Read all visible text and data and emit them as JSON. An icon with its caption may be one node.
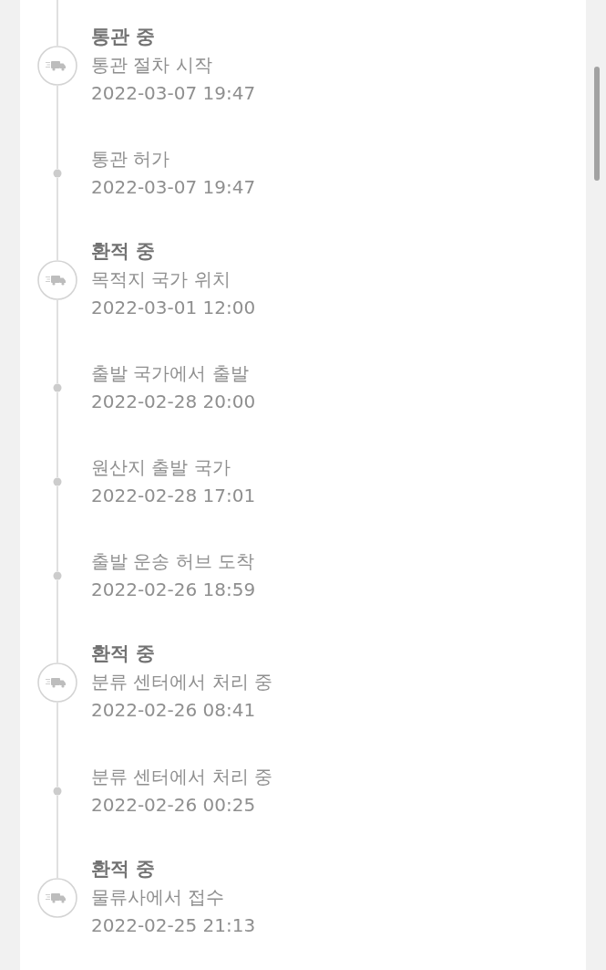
{
  "diagram": {
    "nodes": [
      {
        "text": [],
        "shape": "circle",
        "beside": [
          "통관 중",
          "통관 절차 시작",
          "2022-03-07 19:47"
        ]
      },
      {
        "text": [],
        "shape": "dot",
        "beside": [
          "통관 허가",
          "2022-03-07 19:47"
        ]
      },
      {
        "text": [],
        "shape": "circle",
        "beside": [
          "환적 중",
          "목적지 국가 위치",
          "2022-03-01 12:00"
        ]
      },
      {
        "text": [],
        "shape": "dot",
        "beside": [
          "출발 국가에서 출발",
          "2022-02-28 20:00"
        ]
      },
      {
        "text": [],
        "shape": "dot",
        "beside": [
          "원산지 출발 국가",
          "2022-02-28 17:01"
        ]
      },
      {
        "text": [],
        "shape": "dot",
        "beside": [
          "출발 운송 허브 도착",
          "2022-02-26 18:59"
        ]
      },
      {
        "text": [],
        "shape": "circle",
        "beside": [
          "환적 중",
          "분류 센터에서 처리 중",
          "2022-02-26 08:41"
        ]
      },
      {
        "text": [],
        "shape": "dot",
        "beside": [
          "분류 센터에서 처리 중",
          "2022-02-26 00:25"
        ]
      },
      {
        "text": [],
        "shape": "circle",
        "beside": [
          "환적 중",
          "물류사에서 접수",
          "2022-02-25 21:13"
        ]
      }
    ],
    "edges": [
      {
        "from": null,
        "to": 0,
        "arrow": "none"
      },
      {
        "from": 0,
        "to": 1,
        "arrow": "none"
      },
      {
        "from": 1,
        "to": 2,
        "arrow": "none"
      },
      {
        "from": 2,
        "to": 3,
        "arrow": "none"
      },
      {
        "from": 3,
        "to": 4,
        "arrow": "none"
      },
      {
        "from": 4,
        "to": 5,
        "arrow": "none"
      },
      {
        "from": 5,
        "to": 6,
        "arrow": "none"
      },
      {
        "from": 6,
        "to": 7,
        "arrow": "none"
      },
      {
        "from": 7,
        "to": 8,
        "arrow": "none"
      }
    ]
  }
}
